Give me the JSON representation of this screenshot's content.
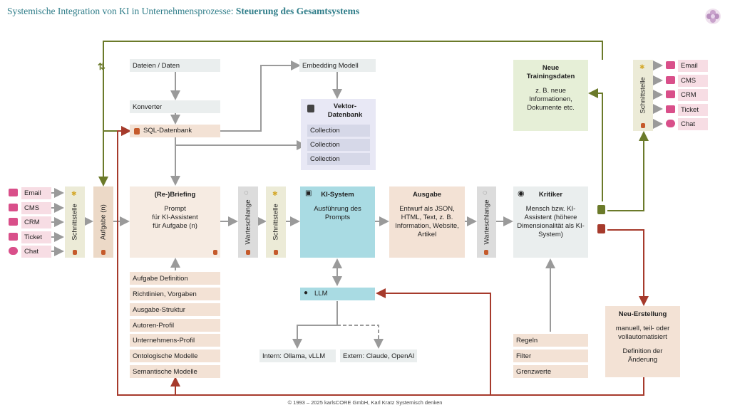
{
  "title": {
    "main": "Systemische Integration von KI in Unternehmensprozesse: ",
    "bold": "Steuerung des Gesamtsystems"
  },
  "footer": "© 1993 – 2025 karlsCORE GmbH, Karl Kratz Systemisch denken",
  "sources_left": [
    "Email",
    "CMS",
    "CRM",
    "Ticket",
    "Chat"
  ],
  "sources_right": [
    "Email",
    "CMS",
    "CRM",
    "Ticket",
    "Chat"
  ],
  "interface_label": "Schnittstelle",
  "task_label": "Aufgabe (n)",
  "queue_label": "Warteschlange",
  "files": "Dateien / Daten",
  "converter": "Konverter",
  "sql_db": "SQL-Datenbank",
  "embedding": "Embedding Modell",
  "vector_db": {
    "title_line1": "Vektor-",
    "title_line2": "Datenbank",
    "collections": [
      "Collection",
      "Collection",
      "Collection"
    ]
  },
  "briefing": {
    "title": "(Re-)Briefing",
    "body_line1": "Prompt",
    "body_line2": "für KI-Assistent",
    "body_line3": "für Aufgabe (n)"
  },
  "briefing_items": [
    "Aufgabe Definition",
    "Richtlinien, Vorgaben",
    "Ausgabe-Struktur",
    "Autoren-Profil",
    "Unternehmens-Profil",
    "Ontologische Modelle",
    "Semantische Modelle"
  ],
  "ki_system": {
    "title": "KI-System",
    "body_line1": "Ausführung des",
    "body_line2": "Prompts"
  },
  "llm": "LLM",
  "llm_intern": "Intern: Ollama, vLLM",
  "llm_extern": "Extern: Claude, OpenAI",
  "ausgabe": {
    "title": "Ausgabe",
    "body_line1": "Entwurf als JSON,",
    "body_line2": "HTML, Text, z. B.",
    "body_line3": "Information, Website,",
    "body_line4": "Artikel"
  },
  "kritiker": {
    "title": "Kritiker",
    "body_line1": "Mensch bzw. KI-",
    "body_line2": "Assistent (höhere",
    "body_line3": "Dimensionalität als KI-",
    "body_line4": "System)"
  },
  "critic_items": [
    "Regeln",
    "Filter",
    "Grenzwerte"
  ],
  "training": {
    "title_line1": "Neue",
    "title_line2": "Trainingsdaten",
    "body_line1": "z. B. neue",
    "body_line2": "Informationen,",
    "body_line3": "Dokumente etc."
  },
  "neu": {
    "title": "Neu-Erstellung",
    "body_line1": "manuell, teil- oder",
    "body_line2": "vollautomatisiert",
    "body_line3": "Definition der",
    "body_line4": "Änderung"
  },
  "colors": {
    "green": "#6b7a2a",
    "red": "#a63a2c",
    "grey": "#9a9a9a",
    "teal": "#2f7d89",
    "pink": "#d94f8a"
  }
}
